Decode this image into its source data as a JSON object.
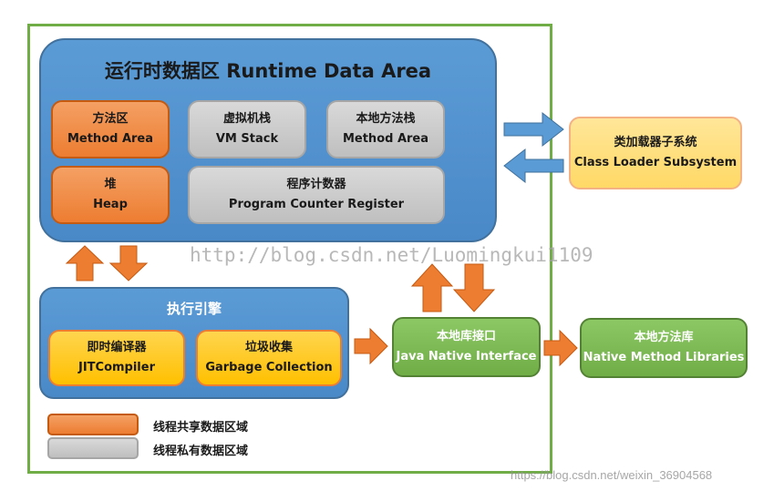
{
  "runtime_data_area": {
    "title": "运行时数据区 Runtime Data Area"
  },
  "method_area": {
    "zh": "方法区",
    "en": "Method Area"
  },
  "vm_stack": {
    "zh": "虚拟机栈",
    "en": "VM Stack"
  },
  "native_method_stack": {
    "zh": "本地方法栈",
    "en": "Method Area"
  },
  "heap": {
    "zh": "堆",
    "en": "Heap"
  },
  "program_counter": {
    "zh": "程序计数器",
    "en": "Program Counter Register"
  },
  "class_loader": {
    "zh": "类加载器子系统",
    "en": "Class Loader Subsystem"
  },
  "execution_engine": {
    "title": "执行引擎"
  },
  "jit_compiler": {
    "zh": "即时编译器",
    "en": "JITCompiler"
  },
  "garbage_collection": {
    "zh": "垃圾收集",
    "en": "Garbage Collection"
  },
  "jni": {
    "zh": "本地库接口",
    "en": "Java Native Interface"
  },
  "native_libraries": {
    "zh": "本地方法库",
    "en": "Native Method Libraries"
  },
  "legend": {
    "shared": "线程共享数据区域",
    "private": "线程私有数据区域"
  },
  "watermarks": {
    "center": "http://blog.csdn.net/Luomingkui1109",
    "corner": "https://blog.csdn.net/weixin_36904568"
  },
  "colors": {
    "frame_green": "#70ad47",
    "blue": "#5b9bd5",
    "orange": "#ed7d31",
    "gray": "#bfbfbf",
    "yellow": "#ffc000",
    "green": "#70ad47",
    "arrow_blue": "#5b9bd5",
    "arrow_orange": "#ed7d31"
  }
}
